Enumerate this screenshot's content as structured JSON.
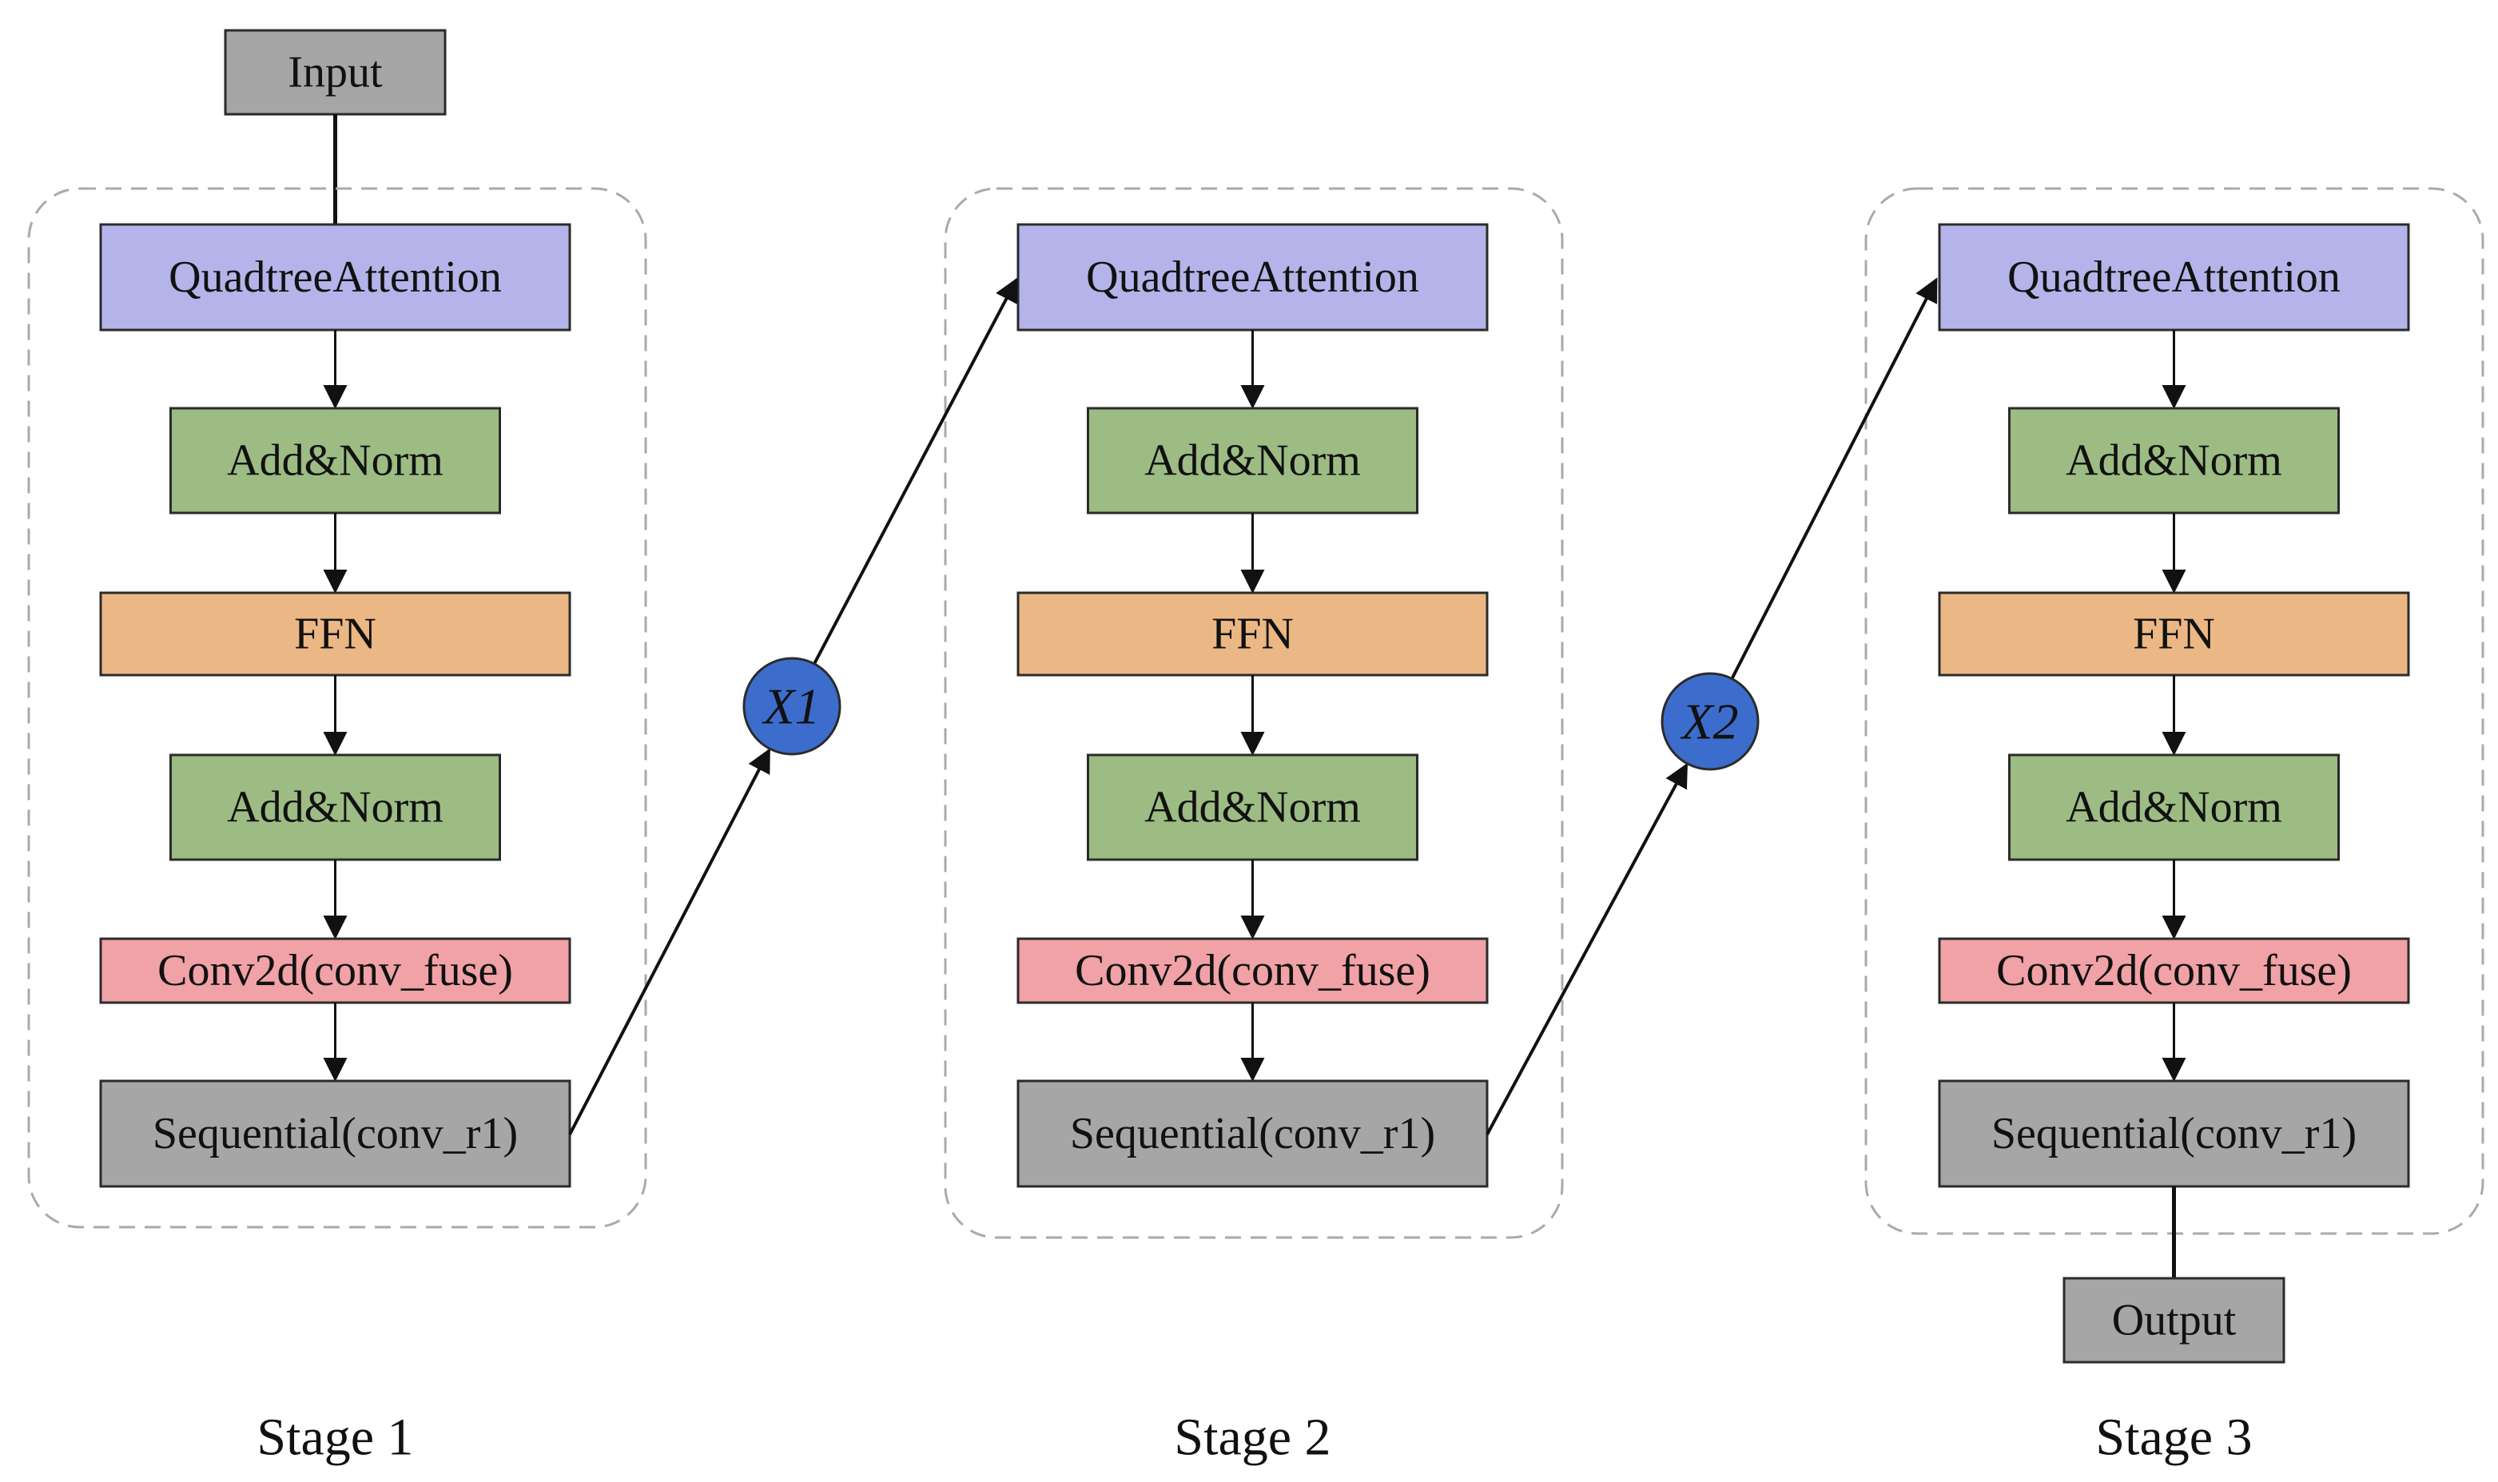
{
  "colors": {
    "attention": "#b4b4ea",
    "add_norm": "#9cbc84",
    "ffn": "#ebb784",
    "conv": "#f0a2a6",
    "sequential": "#a6a6a6",
    "io": "#a6a6a6",
    "multiplier": "#3d6dcc",
    "border": "#2b2b2b",
    "dashed_frame": "#aaaaaa"
  },
  "input": {
    "label": "Input",
    "icon": "rect"
  },
  "output": {
    "label": "Output",
    "icon": "rect"
  },
  "stages": [
    {
      "label": "Stage 1",
      "blocks": [
        {
          "label": "QuadtreeAttention",
          "kind": "attention"
        },
        {
          "label": "Add&Norm",
          "kind": "add_norm"
        },
        {
          "label": "FFN",
          "kind": "ffn"
        },
        {
          "label": "Add&Norm",
          "kind": "add_norm"
        },
        {
          "label": "Conv2d(conv_fuse)",
          "kind": "conv"
        },
        {
          "label": "Sequential(conv_r1)",
          "kind": "sequential"
        }
      ]
    },
    {
      "label": "Stage 2",
      "blocks": [
        {
          "label": "QuadtreeAttention",
          "kind": "attention"
        },
        {
          "label": "Add&Norm",
          "kind": "add_norm"
        },
        {
          "label": "FFN",
          "kind": "ffn"
        },
        {
          "label": "Add&Norm",
          "kind": "add_norm"
        },
        {
          "label": "Conv2d(conv_fuse)",
          "kind": "conv"
        },
        {
          "label": "Sequential(conv_r1)",
          "kind": "sequential"
        }
      ]
    },
    {
      "label": "Stage 3",
      "blocks": [
        {
          "label": "QuadtreeAttention",
          "kind": "attention"
        },
        {
          "label": "Add&Norm",
          "kind": "add_norm"
        },
        {
          "label": "FFN",
          "kind": "ffn"
        },
        {
          "label": "Add&Norm",
          "kind": "add_norm"
        },
        {
          "label": "Conv2d(conv_fuse)",
          "kind": "conv"
        },
        {
          "label": "Sequential(conv_r1)",
          "kind": "sequential"
        }
      ]
    }
  ],
  "multipliers": [
    {
      "label": "X1",
      "from_stage": 1,
      "to_stage": 2
    },
    {
      "label": "X2",
      "from_stage": 2,
      "to_stage": 3
    }
  ]
}
